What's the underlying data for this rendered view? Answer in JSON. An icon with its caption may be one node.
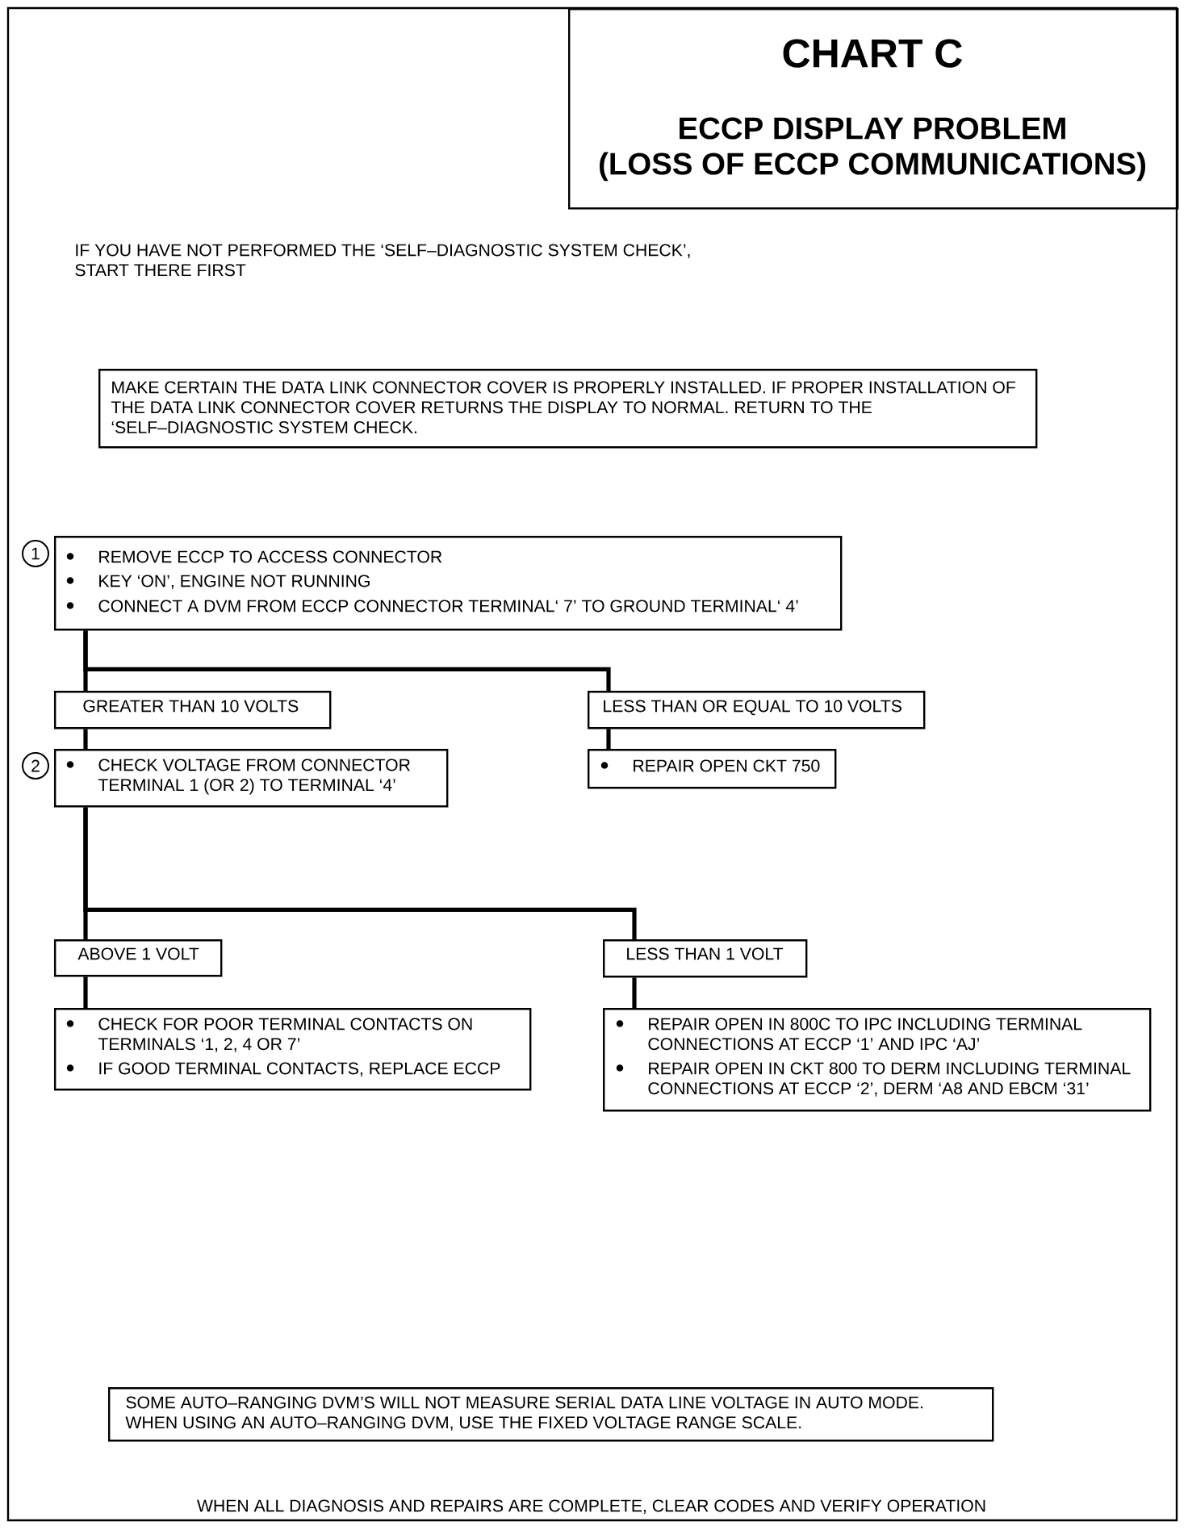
{
  "diagram": {
    "nodes": [
      {
        "text": [
          "CHART C",
          "ECCP DISPLAY PROBLEM (LOSS OF ECCP COMMUNICATIONS)"
        ]
      },
      {
        "text": [
          "MAKE CERTAIN THE DATA LINK CONNECTOR COVER IS PROPERLY INSTALLED. IF PROPER INSTALLATION OF THE DATA LINK CONNECTOR COVER RETURNS THE DISPLAY TO NORMAL. RETURN TO THE ‘SELF–DIAGNOSTIC SYSTEM CHECK."
        ]
      },
      {
        "text": [
          "REMOVE ECCP TO ACCESS CONNECTOR",
          "KEY ‘ON’, ENGINE NOT RUNNING",
          "CONNECT A DVM FROM ECCP CONNECTOR TERMINAL‘ 7’ TO GROUND TERMINAL‘ 4’"
        ],
        "beside": [
          "1"
        ]
      },
      {
        "text": [
          "GREATER THAN 10 VOLTS"
        ]
      },
      {
        "text": [
          "LESS THAN OR EQUAL TO 10 VOLTS"
        ]
      },
      {
        "text": [
          "CHECK VOLTAGE FROM CONNECTOR TERMINAL 1 (OR 2) TO TERMINAL ‘4’"
        ],
        "beside": [
          "2"
        ]
      },
      {
        "text": [
          "REPAIR OPEN CKT 750"
        ]
      },
      {
        "text": [
          "ABOVE 1 VOLT"
        ]
      },
      {
        "text": [
          "LESS THAN 1 VOLT"
        ]
      },
      {
        "text": [
          "CHECK FOR POOR TERMINAL CONTACTS ON TERMINALS ‘1, 2, 4 OR 7’",
          "IF GOOD TERMINAL CONTACTS, REPLACE ECCP"
        ]
      },
      {
        "text": [
          "REPAIR OPEN IN 800C TO IPC INCLUDING TERMINAL CONNECTIONS AT ECCP ‘1’ AND IPC ‘AJ’",
          "REPAIR OPEN IN CKT 800 TO DERM INCLUDING TERMINAL CONNECTIONS AT ECCP ‘2’, DERM ‘A8 AND EBCM ‘31’"
        ]
      },
      {
        "text": [
          "SOME AUTO–RANGING DVM’S WILL NOT MEASURE SERIAL DATA LINE VOLTAGE IN AUTO MODE. WHEN USING AN AUTO–RANGING DVM, USE THE FIXED VOLTAGE RANGE SCALE."
        ]
      }
    ],
    "edges": [
      {
        "from": 2,
        "to": 3,
        "arrow": "none"
      },
      {
        "from": 2,
        "to": 4,
        "arrow": "none"
      },
      {
        "from": 3,
        "to": 5,
        "arrow": "none"
      },
      {
        "from": 4,
        "to": 6,
        "arrow": "none"
      },
      {
        "from": 5,
        "to": 7,
        "arrow": "none"
      },
      {
        "from": 5,
        "to": 8,
        "arrow": "none"
      },
      {
        "from": 7,
        "to": 9,
        "arrow": "none"
      },
      {
        "from": 8,
        "to": 10,
        "arrow": "none"
      }
    ],
    "labels": [
      "IF YOU HAVE NOT PERFORMED THE ‘SELF–DIAGNOSTIC SYSTEM CHECK’, START THERE FIRST",
      "WHEN ALL DIAGNOSIS AND REPAIRS ARE COMPLETE, CLEAR CODES AND VERIFY OPERATION"
    ]
  }
}
